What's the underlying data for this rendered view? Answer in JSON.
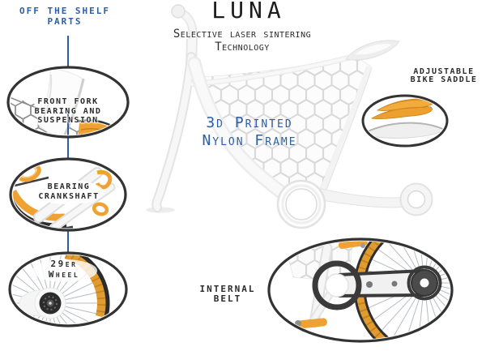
{
  "header": {
    "title": "LUNA",
    "subtitle_line1": "Selective laser sintering",
    "subtitle_line2": "Technology"
  },
  "off_the_shelf": {
    "line1": "OFF THE SHELF",
    "line2": "PARTS"
  },
  "frame_callout": {
    "line1": "3d Printed",
    "line2": "Nylon Frame"
  },
  "callouts": {
    "front_fork": {
      "lines": [
        "FRONT FORK",
        "BEARING AND",
        "SUSPENSION"
      ]
    },
    "crankshaft": {
      "lines": [
        "BEARING",
        "CRANKSHAFT"
      ]
    },
    "wheel": {
      "lines": [
        "29er",
        "Wheel"
      ]
    },
    "saddle": {
      "lines": [
        "ADJUSTABLE",
        "BIKE SADDLE"
      ]
    },
    "belt": {
      "lines": [
        "INTERNAL",
        "BELT"
      ]
    }
  },
  "colors": {
    "accent_blue": "#2b5fa3",
    "orange": "#efa232",
    "tire_orange": "#e19b2e",
    "outline_dark": "#333333",
    "label_dark": "#2b2b2b"
  }
}
